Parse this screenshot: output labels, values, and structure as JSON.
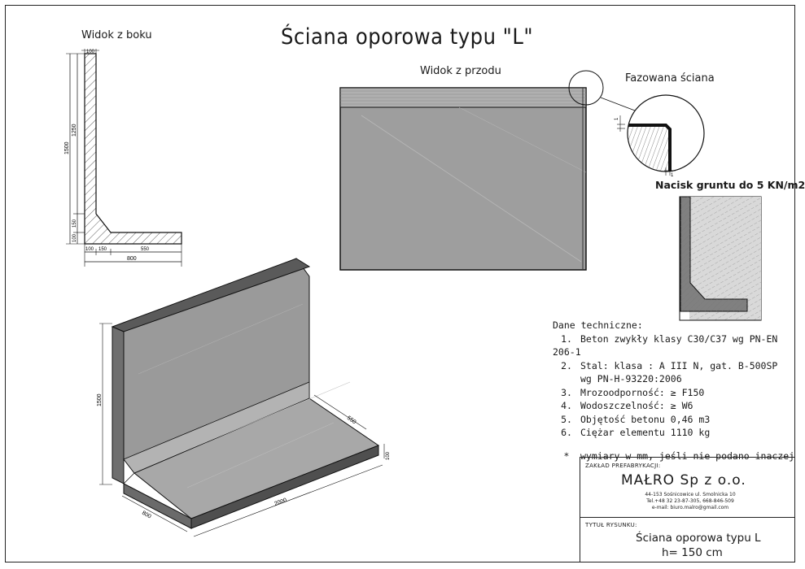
{
  "title": "Ściana oporowa typu \"L\"",
  "views": {
    "side": "Widok z boku",
    "front": "Widok z przodu",
    "chamfer": "Fazowana ściana",
    "soil": "Nacisk gruntu do 5 KN/m2"
  },
  "side_dims": {
    "top": "100",
    "height_total": "1500",
    "height_upper": "1250",
    "fillet": "150",
    "base_thick": "100",
    "b1": "100",
    "b2": "150",
    "b3": "550",
    "base_total": "800"
  },
  "chamfer_dims": {
    "v": "1",
    "h": "1"
  },
  "iso_dims": {
    "height": "1500",
    "depth": "550",
    "thickness": "100",
    "width": "800",
    "length": "2000"
  },
  "tech": {
    "heading": "Dane techniczne:",
    "items": [
      {
        "num": "1.",
        "text": "Beton zwykły klasy C30/C37 wg PN-EN 206-1"
      },
      {
        "num": "2.",
        "text": "Stal: klasa : A III N, gat. B-500SP"
      },
      {
        "num": "",
        "text": "wg PN-H-93220:2006"
      },
      {
        "num": "3.",
        "text": "Mrozoodporność: ≥ F150"
      },
      {
        "num": "4.",
        "text": "Wodoszczelność: ≥ W6"
      },
      {
        "num": "5.",
        "text": "Objętość betonu 0,46 m3"
      },
      {
        "num": "6.",
        "text": "Ciężar elementu 1110 kg"
      }
    ],
    "note_mark": "*",
    "note": "wymiary w mm, jeśli nie podano inaczej"
  },
  "titleblock": {
    "plant_label": "ZAKŁAD PREFABRYKACJI:",
    "company": "MAŁRO Sp z o.o.",
    "addr1": "44-153 Sośnicowice ul. Smolnicka 10",
    "addr2": "Tel.+48 32 23-87-305, 668-846-509",
    "addr3": "e-mail: biuro.malro@gmail.com",
    "drawing_label": "TYTUŁ RYSUNKU:",
    "drawing1": "Ściana oporowa typu L",
    "drawing2": "h= 150 cm"
  },
  "colors": {
    "concrete": "#9d9d9d",
    "concrete_dark": "#6e6e6e",
    "line": "#222222",
    "soil": "#d8d8d8"
  }
}
